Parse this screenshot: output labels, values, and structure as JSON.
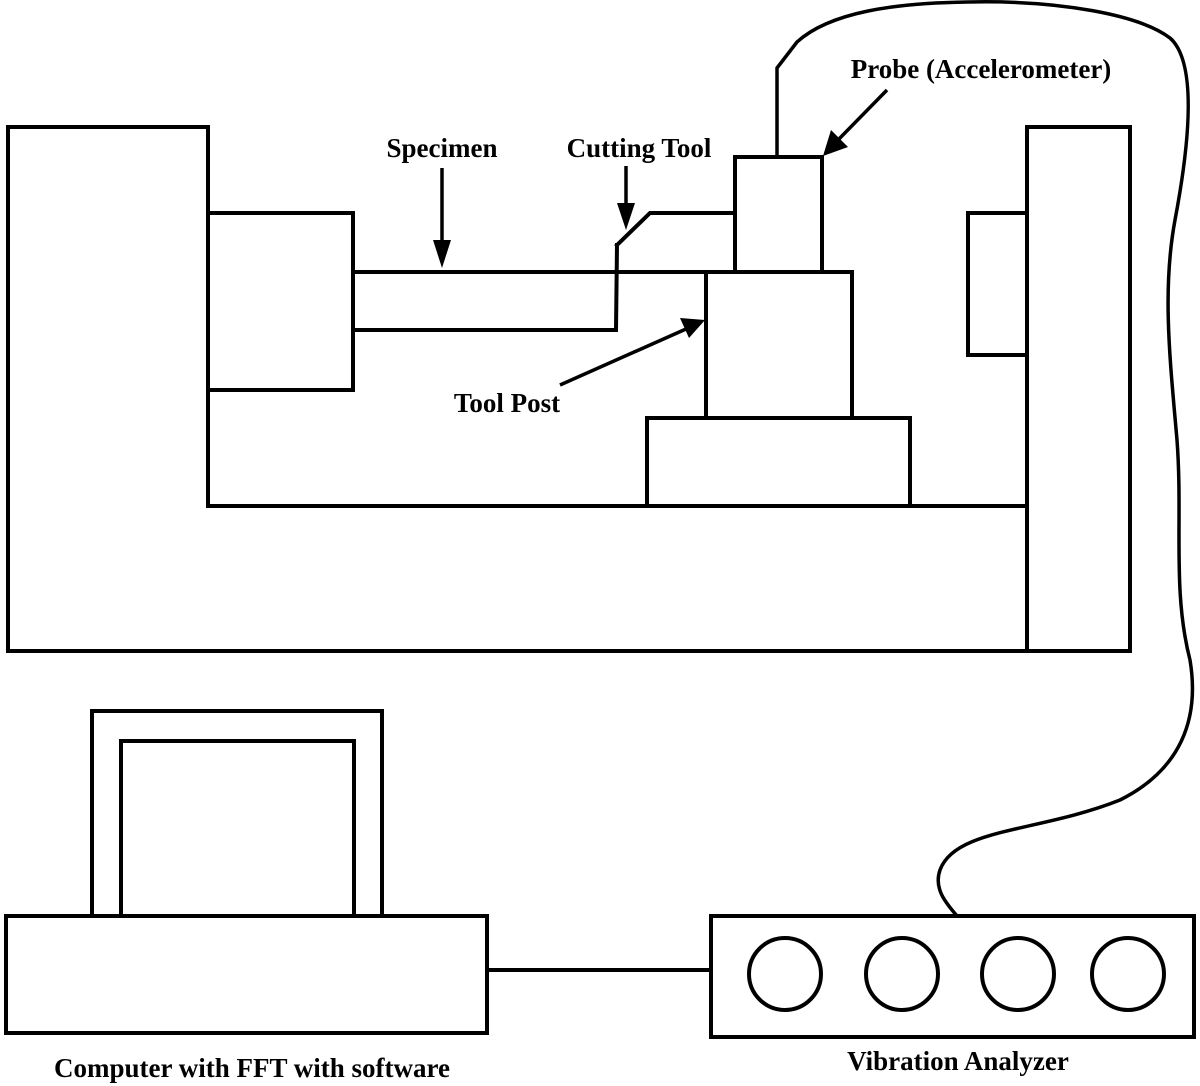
{
  "labels": {
    "specimen": "Specimen",
    "cutting_tool": "Cutting Tool",
    "probe": "Probe (Accelerometer)",
    "tool_post": "Tool Post",
    "computer": "Computer with FFT with software",
    "vibration_analyzer": "Vibration Analyzer"
  },
  "colors": {
    "line": "#000000",
    "background": "#ffffff"
  }
}
